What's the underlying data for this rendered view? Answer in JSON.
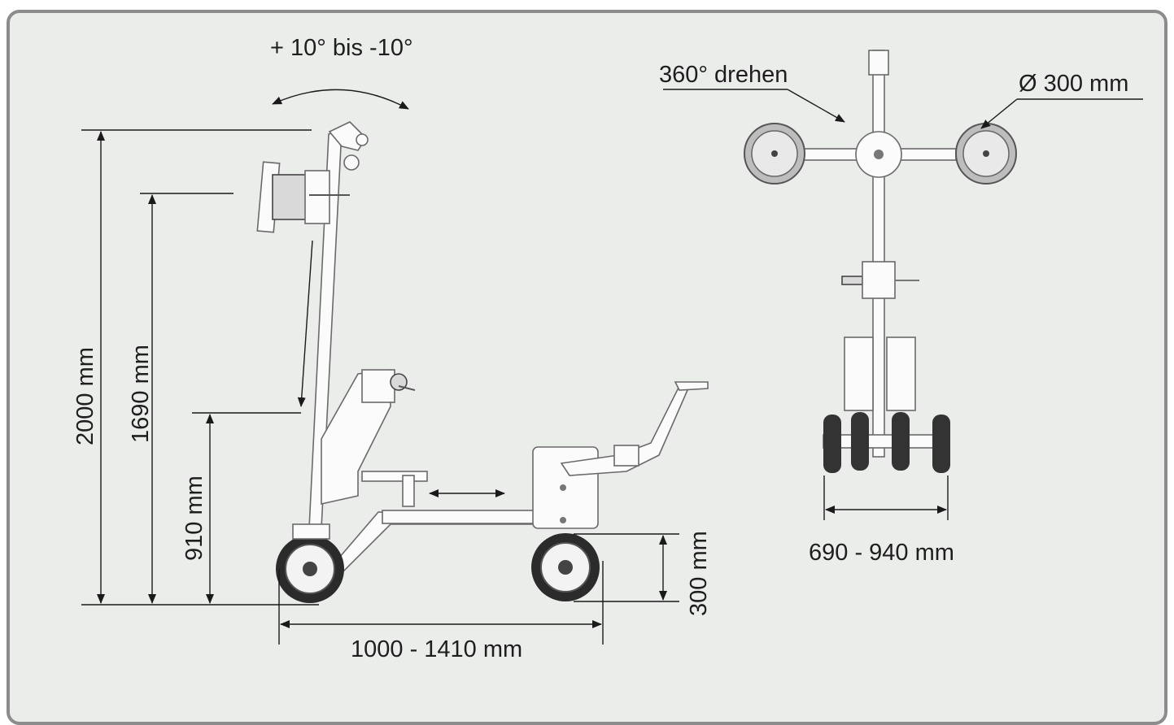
{
  "labels": {
    "tilt_range": "+ 10° bis -10°",
    "rotate": "360° drehen",
    "cup_diameter": "Ø 300 mm",
    "height_total": "2000 mm",
    "height_cup": "1690 mm",
    "height_mid": "910 mm",
    "wheel_height": "300 mm",
    "length_range": "1000 - 1410 mm",
    "width_range": "690 - 940 mm"
  }
}
